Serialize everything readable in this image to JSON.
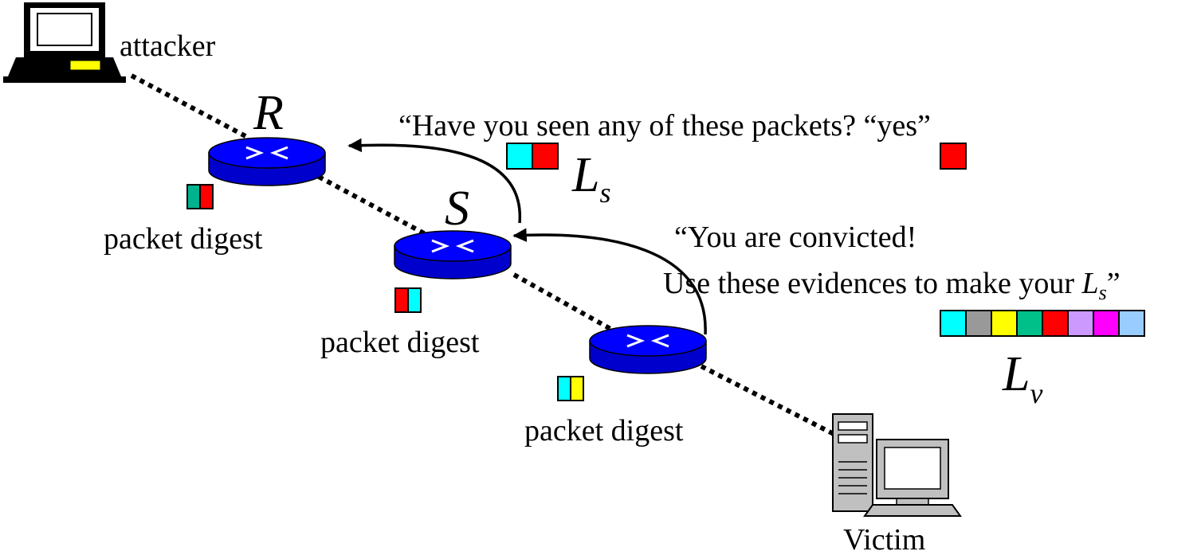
{
  "nodes": {
    "attacker_label": "attacker",
    "victim_label": "Victim",
    "router_r_label": "R",
    "router_s_label": "S",
    "digest_label": "packet digest"
  },
  "messages": {
    "query_text": "“Have you seen any of these packets? “yes”",
    "convicted_line1": "“You are convicted!",
    "convicted_line2": "Use these evidences to make your ",
    "convicted_var": "L",
    "convicted_var_sub": "s",
    "convicted_close": "”"
  },
  "lists": {
    "ls_letter": "L",
    "ls_sub": "s",
    "lv_letter": "L",
    "lv_sub": "v"
  },
  "colors": {
    "router": "#0000ff",
    "cyan": "#00ffff",
    "red": "#ff0000",
    "teal": "#00b38f",
    "yellow": "#ffff00",
    "gray": "#999999",
    "green": "#00c08a",
    "lavender": "#cc99ff",
    "magenta": "#ff00ff",
    "lightblue": "#99ccff"
  },
  "digests": {
    "router_r": [
      "teal",
      "red"
    ],
    "router_s": [
      "red",
      "cyan"
    ],
    "router_3": [
      "cyan",
      "yellow"
    ]
  },
  "ls_blocks": [
    "cyan",
    "red"
  ],
  "yes_block": [
    "red"
  ],
  "lv_blocks": [
    "cyan",
    "gray",
    "yellow",
    "green",
    "red",
    "lavender",
    "magenta",
    "lightblue"
  ]
}
